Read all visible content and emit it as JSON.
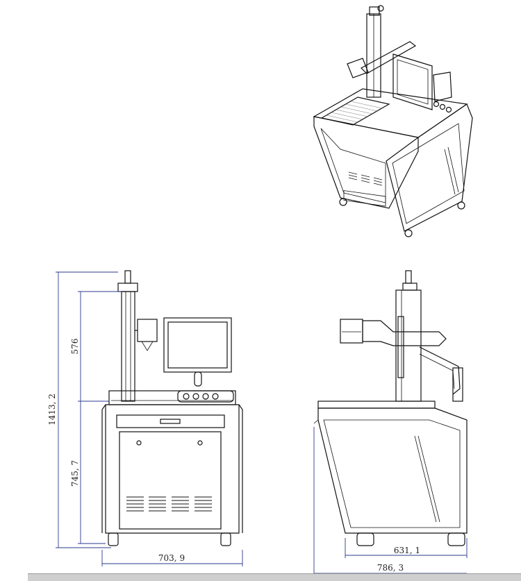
{
  "dimensions": {
    "total_height": "1413, 2",
    "arm_height": "576",
    "table_height": "745, 7",
    "front_width": "703, 9",
    "side_depth_inner": "631, 1",
    "side_depth_total": "786, 3"
  },
  "colors": {
    "line": "#111111",
    "dimension": "#2b3a8c",
    "background": "#ffffff",
    "bottom_bar": "#cfcfcf"
  }
}
